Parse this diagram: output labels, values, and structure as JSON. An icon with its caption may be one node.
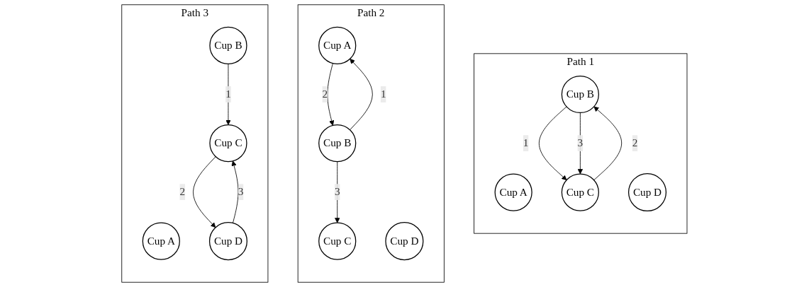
{
  "diagram": {
    "nodes": [
      {
        "text": [
          "Path 1"
        ]
      },
      {
        "text": [
          "Cup A"
        ],
        "in": 0
      },
      {
        "text": [
          "Cup B"
        ],
        "in": 0
      },
      {
        "text": [
          "Cup C"
        ],
        "in": 0
      },
      {
        "text": [
          "Cup D"
        ],
        "in": 0
      },
      {
        "text": [
          "Path 2"
        ]
      },
      {
        "text": [
          "Cup A"
        ],
        "in": 5
      },
      {
        "text": [
          "Cup B"
        ],
        "in": 5
      },
      {
        "text": [
          "Cup C"
        ],
        "in": 5
      },
      {
        "text": [
          "Cup D"
        ],
        "in": 5
      },
      {
        "text": [
          "Path 3"
        ]
      },
      {
        "text": [
          "Cup A"
        ],
        "in": 10
      },
      {
        "text": [
          "Cup B"
        ],
        "in": 10
      },
      {
        "text": [
          "Cup C"
        ],
        "in": 10
      },
      {
        "text": [
          "Cup D"
        ],
        "in": 10
      }
    ],
    "edges": [
      {
        "from": 2,
        "to": 3,
        "label": "1",
        "arrow": "to"
      },
      {
        "from": 3,
        "to": 2,
        "label": "2",
        "arrow": "to"
      },
      {
        "from": 2,
        "to": 3,
        "label": "3",
        "arrow": "to"
      },
      {
        "from": 7,
        "to": 6,
        "label": "1",
        "arrow": "to"
      },
      {
        "from": 6,
        "to": 7,
        "label": "2",
        "arrow": "to"
      },
      {
        "from": 7,
        "to": 8,
        "label": "3",
        "arrow": "to"
      },
      {
        "from": 12,
        "to": 13,
        "label": "1",
        "arrow": "to"
      },
      {
        "from": 13,
        "to": 14,
        "label": "2",
        "arrow": "to"
      },
      {
        "from": 14,
        "to": 13,
        "label": "3",
        "arrow": "to"
      }
    ]
  }
}
